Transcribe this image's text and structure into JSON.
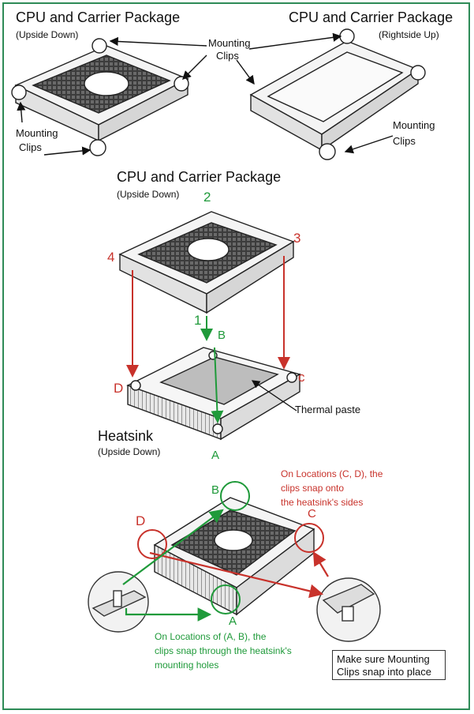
{
  "diagram": {
    "top_left": {
      "title": "CPU and Carrier Package",
      "subtitle": "(Upside Down)"
    },
    "top_right": {
      "title": "CPU and Carrier Package",
      "subtitle": "(Rightside Up)"
    },
    "mounting_clips_center": {
      "line1": "Mounting",
      "line2": "Clips"
    },
    "mounting_clips_left": {
      "line1": "Mounting",
      "line2": "Clips"
    },
    "mounting_clips_right": {
      "line1": "Mounting",
      "line2": "Clips"
    },
    "middle": {
      "title": "CPU and Carrier Package",
      "subtitle": "(Upside Down)",
      "num_1": "1",
      "num_2": "2",
      "num_3": "3",
      "num_4": "4",
      "letter_a": "A",
      "letter_b": "B",
      "letter_c": "c",
      "letter_d": "D",
      "thermal_paste": "Thermal paste",
      "heatsink_title": "Heatsink",
      "heatsink_subtitle": "(Upside Down)"
    },
    "bottom": {
      "letter_a": "A",
      "letter_b": "B",
      "letter_c": "C",
      "letter_d": "D",
      "red_note": [
        "On Locations (C, D), the",
        "clips snap onto",
        "the heatsink's sides"
      ],
      "green_note": [
        "On Locations of (A, B), the",
        "clips snap through the heatsink's",
        "mounting holes"
      ],
      "box_note": [
        "Make sure Mounting",
        "Clips snap into place"
      ]
    },
    "colors": {
      "red": "#c8322b",
      "green": "#1f9a3a",
      "frame": "#2e8b57"
    }
  }
}
